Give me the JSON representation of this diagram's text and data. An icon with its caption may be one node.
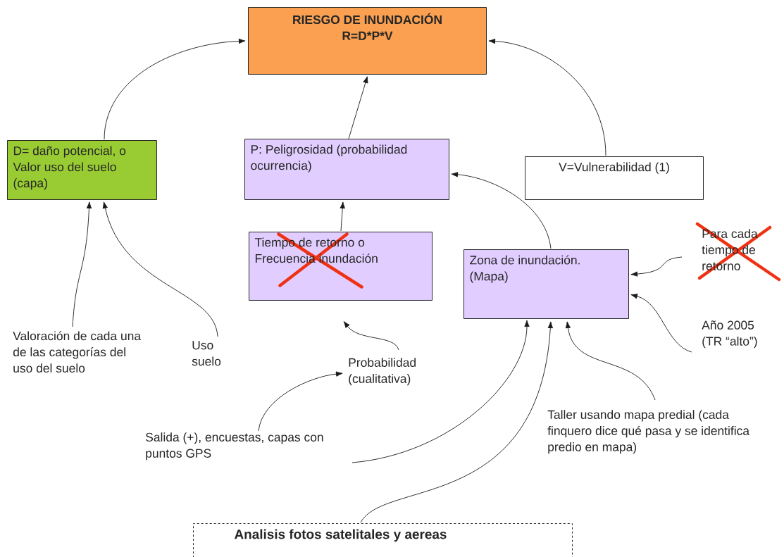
{
  "diagram": {
    "nodes": [
      {
        "text": [
          "RIESGO DE INUNDACIÓN",
          "R=D*P*V"
        ]
      },
      {
        "text": [
          "D= daño potencial, o Valor uso del suelo (capa)"
        ]
      },
      {
        "text": [
          "P: Peligrosidad (probabilidad ocurrencia)"
        ]
      },
      {
        "text": [
          "V=Vulnerabilidad (1)"
        ]
      },
      {
        "text": [
          "Tiempo de retorno o Frecuencia inundación"
        ]
      },
      {
        "text": [
          "Zona de inundación. (Mapa)"
        ]
      },
      {
        "text": [
          "Valoración de cada una de las categorías del uso del suelo"
        ]
      },
      {
        "text": [
          "Uso suelo"
        ]
      },
      {
        "text": [
          "Probabilidad (cualitativa)"
        ]
      },
      {
        "text": [
          "Salida (+), encuestas, capas con puntos GPS"
        ]
      },
      {
        "text": [
          "Para cada tiempo de retorno"
        ]
      },
      {
        "text": [
          "Año 2005 (TR “alto”)"
        ]
      },
      {
        "text": [
          "Taller usando mapa predial (cada finquero dice qué pasa y se identifica predio en mapa)"
        ]
      },
      {
        "text": [
          "Analisis fotos satelitales y aereas"
        ]
      }
    ],
    "edges": [
      {
        "from": 1,
        "to": 0,
        "arrow": "to"
      },
      {
        "from": 2,
        "to": 0,
        "arrow": "to"
      },
      {
        "from": 3,
        "to": 0,
        "arrow": "to"
      },
      {
        "from": 4,
        "to": 2,
        "arrow": "to"
      },
      {
        "from": 5,
        "to": 2,
        "arrow": "to"
      },
      {
        "from": 6,
        "to": 1,
        "arrow": "to"
      },
      {
        "from": 7,
        "to": 1,
        "arrow": "to"
      },
      {
        "from": 8,
        "to": 4,
        "arrow": "to"
      },
      {
        "from": 9,
        "to": 8,
        "arrow": "to"
      },
      {
        "from": 9,
        "to": 5,
        "arrow": "to"
      },
      {
        "from": 13,
        "to": 5,
        "arrow": "to"
      },
      {
        "from": 12,
        "to": 5,
        "arrow": "to"
      },
      {
        "from": 10,
        "to": 5,
        "arrow": "to"
      },
      {
        "from": 11,
        "to": 5,
        "arrow": "to"
      }
    ]
  }
}
